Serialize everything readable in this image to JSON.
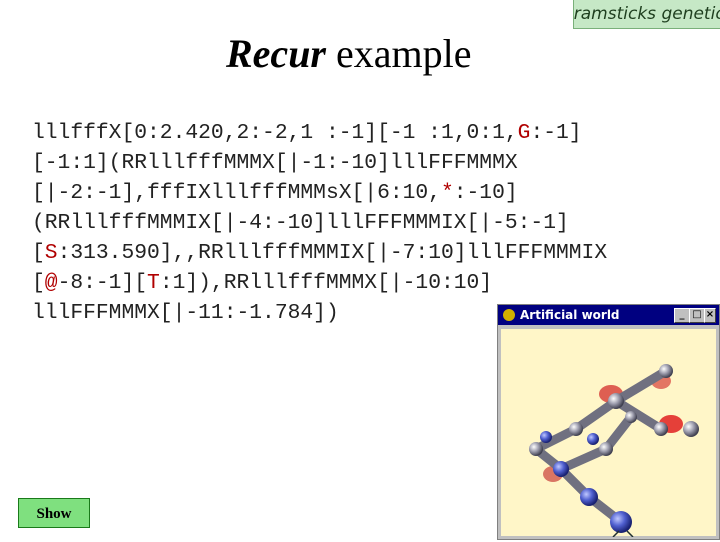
{
  "banner": {
    "text": "Framsticks genetic"
  },
  "title": {
    "bold": "Recur",
    "rest": " example"
  },
  "code": {
    "l1a": "lllfffX[0:2.420,2:-2,1 :-1][-1 :1,0:1,",
    "l1g": "G",
    "l1b": ":-1]",
    "l2a": "[-1:1](RRlllfffMMMX[|-1:-10]lllFFFMMMX",
    "l3a": "[|-2:-1],fffIXlllfffMMMsX[|6:10,",
    "l3s": "*",
    "l3b": ":-10]",
    "l4a": "(RRlllfffMMMIX[|-4:-10]lllFFFMMMIX[|-5:-1]",
    "l5a": "[",
    "l5s": "S",
    "l5b": ":313.590],,RRlllfffMMMIX[|-7:10]lllFFFMMMIX",
    "l6a": "[",
    "l6at": "@",
    "l6b": "-8:-1][",
    "l6t": "T",
    "l6c": ":1]),RRlllfffMMMX[|-10:10]",
    "l7a": "lllFFFMMMX[|-11:-1.784])"
  },
  "window": {
    "title": "Artificial world",
    "min": "_",
    "max": "□",
    "close": "×"
  },
  "show_button": {
    "label": "Show"
  }
}
